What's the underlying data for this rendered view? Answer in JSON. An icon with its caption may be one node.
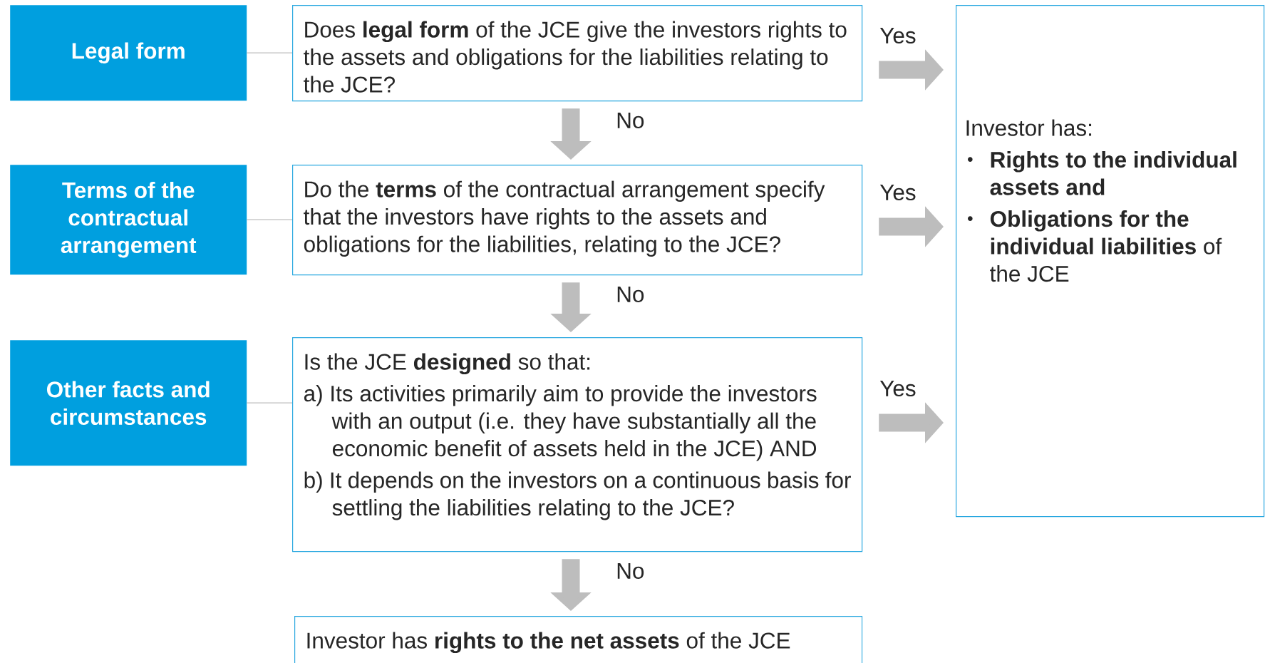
{
  "diagram": {
    "nodes": [
      {
        "text": [
          "Legal form"
        ]
      },
      {
        "text": [
          "Does **legal form** of the JCE give the investors rights to the assets and obligations for the liabilities relating to the JCE?"
        ]
      },
      {
        "text": [
          "Investor has:",
          "**Rights to the individual assets and**",
          "**Obligations for the individual liabilities** of the JCE"
        ]
      },
      {
        "text": [
          "Terms of the contractual arrangement"
        ]
      },
      {
        "text": [
          "Do the **terms** of the contractual arrangement specify that the investors have rights to the assets and obligations for the liabilities, relating to the JCE?"
        ]
      },
      {
        "text": [
          "Other facts and circumstances"
        ]
      },
      {
        "text": [
          "Is the JCE **designed** so that:",
          "a) Its activities primarily aim to provide the investors with an output (i.e. they have substantially all the economic benefit of assets held in the JCE)  AND",
          "b) It depends on the investors on a continuous basis for settling the liabilities relating to the JCE?"
        ]
      },
      {
        "text": [
          "Investor has **rights to the net assets** of the JCE"
        ]
      }
    ],
    "edges": [
      {
        "from": 0,
        "to": 1,
        "arrow": "none"
      },
      {
        "from": 1,
        "to": 2,
        "arrow": "to",
        "label": "Yes"
      },
      {
        "from": 1,
        "to": 4,
        "arrow": "to",
        "label": "No"
      },
      {
        "from": 3,
        "to": 4,
        "arrow": "none"
      },
      {
        "from": 4,
        "to": 2,
        "arrow": "to",
        "label": "Yes"
      },
      {
        "from": 4,
        "to": 6,
        "arrow": "to",
        "label": "No"
      },
      {
        "from": 5,
        "to": 6,
        "arrow": "none"
      },
      {
        "from": 6,
        "to": 2,
        "arrow": "to",
        "label": "Yes"
      },
      {
        "from": 6,
        "to": 7,
        "arrow": "to",
        "label": "No"
      }
    ]
  }
}
